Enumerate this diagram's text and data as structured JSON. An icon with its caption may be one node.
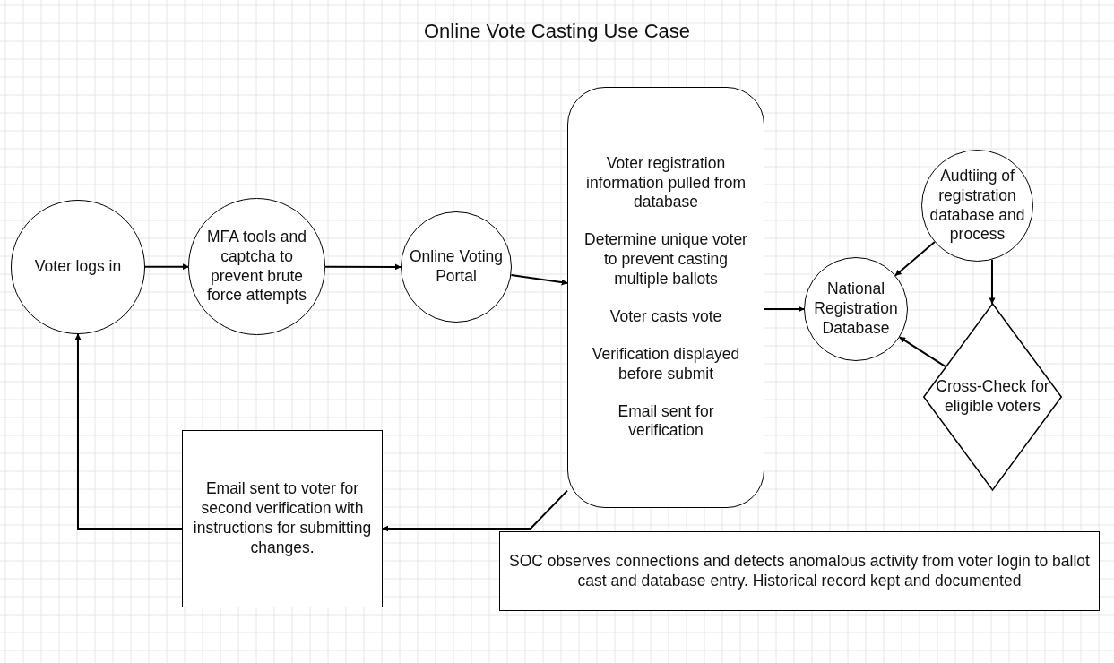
{
  "diagram": {
    "title": "Online Vote Casting Use Case",
    "nodes": [
      {
        "text": [
          "Voter logs in"
        ]
      },
      {
        "text": [
          "MFA tools and captcha to prevent brute force attempts"
        ]
      },
      {
        "text": [
          "Online Voting Portal"
        ]
      },
      {
        "text": [
          "Voter registration information pulled from database",
          "Determine unique voter to prevent casting multiple ballots",
          "Voter casts vote",
          "Verification displayed before submit",
          "Email sent for verification"
        ]
      },
      {
        "text": [
          "National Registration Database"
        ]
      },
      {
        "text": [
          "Audtiing of registration database and process"
        ]
      },
      {
        "text": [
          "Cross-Check for eligible voters"
        ]
      },
      {
        "text": [
          "Email sent to voter for second verification with instructions for submitting changes."
        ]
      },
      {
        "text": [
          "SOC observes connections and detects anomalous activity from voter login to ballot cast and database entry. Historical record kept and documented"
        ]
      }
    ],
    "edges": [
      {
        "from": 0,
        "to": 1,
        "arrow": "to"
      },
      {
        "from": 1,
        "to": 2,
        "arrow": "to"
      },
      {
        "from": 2,
        "to": 3,
        "arrow": "to"
      },
      {
        "from": 3,
        "to": 4,
        "arrow": "to"
      },
      {
        "from": 5,
        "to": 4,
        "arrow": "to"
      },
      {
        "from": 5,
        "to": 6,
        "arrow": "to"
      },
      {
        "from": 6,
        "to": 4,
        "arrow": "to"
      },
      {
        "from": 3,
        "to": 7,
        "arrow": "to"
      },
      {
        "from": 7,
        "to": 0,
        "arrow": "to"
      }
    ]
  }
}
